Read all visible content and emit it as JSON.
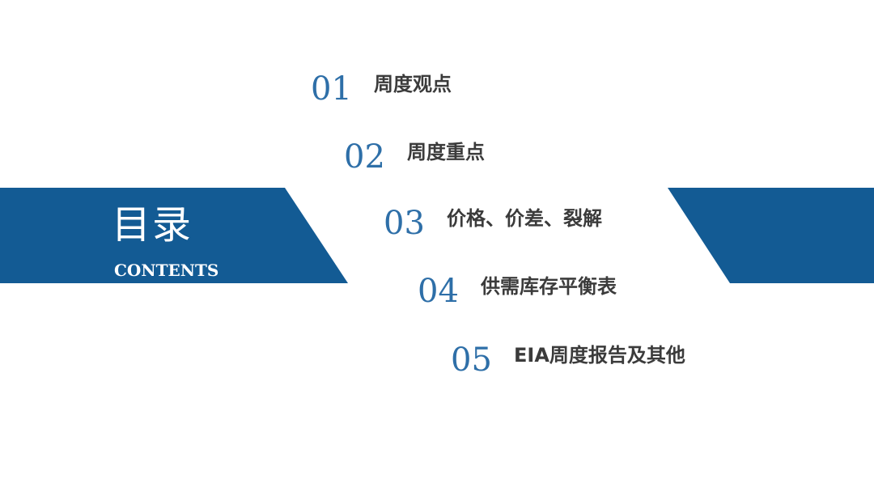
{
  "colors": {
    "accent": "#135b94",
    "number": "#2e6fa8",
    "label": "#3b3b3b",
    "background": "#ffffff"
  },
  "title": "目录",
  "subtitle": "CONTENTS",
  "toc": [
    {
      "number": "01",
      "label": "周度观点"
    },
    {
      "number": "02",
      "label": "周度重点"
    },
    {
      "number": "03",
      "label": "价格、价差、裂解"
    },
    {
      "number": "04",
      "label": "供需库存平衡表"
    },
    {
      "number": "05",
      "label": "EIA周度报告及其他"
    }
  ]
}
